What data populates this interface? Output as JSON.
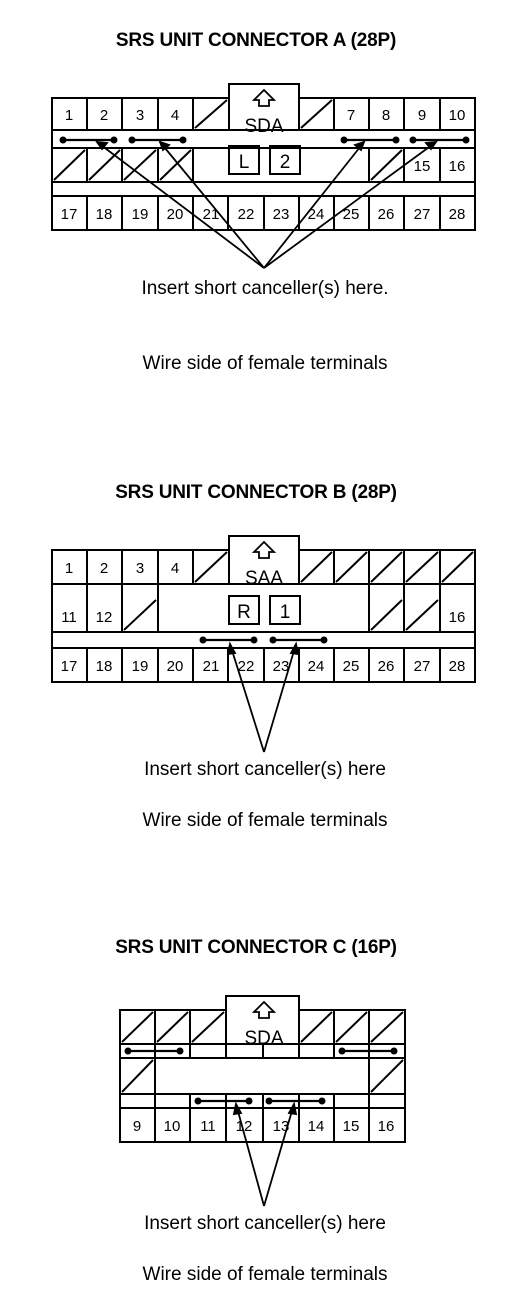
{
  "connector_a": {
    "title": "SRS UNIT CONNECTOR A (28P)",
    "key_label": "SDA",
    "badges": [
      "L",
      "2"
    ],
    "top_row": [
      "1",
      "2",
      "3",
      "4",
      "7",
      "8",
      "9",
      "10"
    ],
    "mid_row": [
      "15",
      "16"
    ],
    "bottom_row": [
      "17",
      "18",
      "19",
      "20",
      "21",
      "22",
      "23",
      "24",
      "25",
      "26",
      "27",
      "28"
    ],
    "insert_text": "Insert short canceller(s) here.",
    "wire_text": "Wire side of female terminals"
  },
  "connector_b": {
    "title": "SRS UNIT CONNECTOR B (28P)",
    "key_label": "SAA",
    "badges": [
      "R",
      "1"
    ],
    "top_row": [
      "1",
      "2",
      "3",
      "4"
    ],
    "mid_row": [
      "11",
      "12",
      "16"
    ],
    "bottom_row": [
      "17",
      "18",
      "19",
      "20",
      "21",
      "22",
      "23",
      "24",
      "25",
      "26",
      "27",
      "28"
    ],
    "insert_text": "Insert short canceller(s) here",
    "wire_text": "Wire side of female terminals"
  },
  "connector_c": {
    "title": "SRS UNIT CONNECTOR C (16P)",
    "key_label": "SDA",
    "bottom_row": [
      "9",
      "10",
      "11",
      "12",
      "13",
      "14",
      "15",
      "16"
    ],
    "insert_text": "Insert short canceller(s) here",
    "wire_text": "Wire side of female terminals"
  }
}
